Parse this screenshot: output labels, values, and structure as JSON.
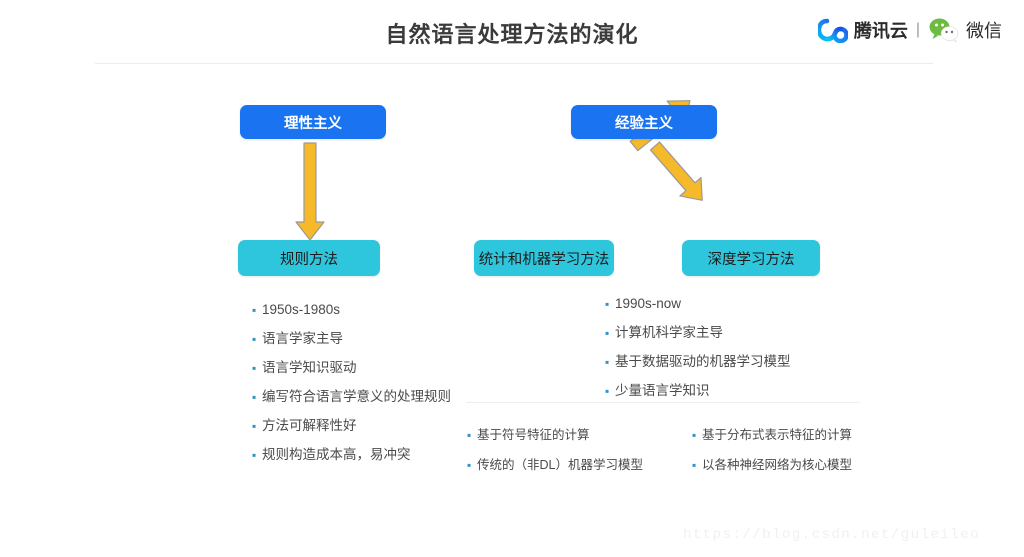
{
  "header": {
    "title": "自然语言处理方法的演化",
    "logo": {
      "tencent_cloud_label": "腾讯云",
      "separator": "|",
      "wechat_label": "微信",
      "cloud_icon_name": "tencent-cloud-icon",
      "wechat_icon_name": "wechat-icon"
    }
  },
  "colors": {
    "blue_box": "#1a73f0",
    "teal_box": "#2ec6dd",
    "arrow": "#f5b92a",
    "arrow_outline": "#9a9a9a",
    "bullet": "#2f93c8",
    "title_text": "#3b3b3b"
  },
  "diagram": {
    "boxes": [
      {
        "id": "rationalism",
        "label": "理性主义",
        "style": "blue"
      },
      {
        "id": "empiricism",
        "label": "经验主义",
        "style": "blue"
      },
      {
        "id": "rule_method",
        "label": "规则方法",
        "style": "teal"
      },
      {
        "id": "statistical",
        "label": "统计和机器学习方法",
        "style": "teal"
      },
      {
        "id": "deeplearning",
        "label": "深度学习方法",
        "style": "teal"
      }
    ],
    "arrows": [
      {
        "id": "rationalism-to-rule",
        "from": "rationalism",
        "to": "rule_method",
        "direction": "down"
      },
      {
        "id": "empiricism-to-statistical",
        "from": "empiricism",
        "to": "statistical",
        "direction": "down-left"
      },
      {
        "id": "empiricism-to-deeplearning",
        "from": "empiricism",
        "to": "deeplearning",
        "direction": "down-right"
      }
    ]
  },
  "lists": {
    "rule_method": [
      "1950s-1980s",
      "语言学家主导",
      "语言学知识驱动",
      "编写符合语言学意义的处理规则",
      "方法可解释性好",
      "规则构造成本高，易冲突"
    ],
    "empiricism_common": [
      "1990s-now",
      "计算机科学家主导",
      "基于数据驱动的机器学习模型",
      "少量语言学知识"
    ],
    "statistical_detail": [
      "基于符号特征的计算",
      "传统的（非DL）机器学习模型"
    ],
    "deeplearning_detail": [
      "基于分布式表示特征的计算",
      "以各种神经网络为核心模型"
    ]
  },
  "watermark": {
    "text": "https://blog.csdn.net/guleileo"
  },
  "bullet_glyph": "▪"
}
